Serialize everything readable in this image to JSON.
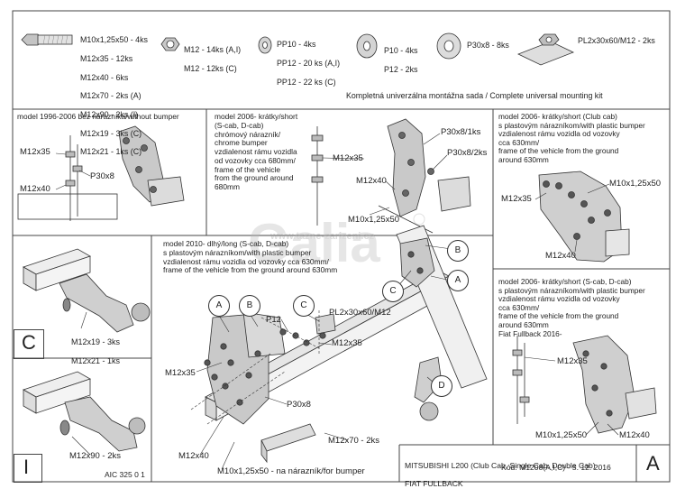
{
  "hardware": {
    "bolt_list": [
      "M10x1,25x50 - 4ks",
      "M12x35 - 12ks",
      "M12x40 - 6ks",
      "M12x70 - 2ks (A)",
      "M12x90 - 2ks (I)",
      "M12x19 - 3ks (C)",
      "M12x21 - 1ks (C)"
    ],
    "nut_list": [
      "M12 - 14ks (A,I)",
      "M12 - 12ks (C)"
    ],
    "washer_pp_list": [
      "PP10 - 4ks",
      "PP12 - 20 ks (A,I)",
      "PP12 - 22 ks (C)"
    ],
    "washer_p_list": [
      "P10 - 4ks",
      "P12 - 2ks"
    ],
    "spacer_label": "P30x8 - 8ks",
    "plate_label": "PL2x30x60/M12 - 2ks",
    "kit_caption": "Kompletná univerzálna montážna sada / Complete universal mounting kit"
  },
  "panels": {
    "p1996": {
      "title": "model 1996-2006  bez nárazníka/without bumper",
      "labels": [
        "M12x35",
        "M12x40",
        "P30x8"
      ]
    },
    "p2006short": {
      "title": "model 2006-  krátky/short\n(S-cab, D-cab)\nchrómový nárazník/\nchrome bumper\nvzdialenost rámu vozidla\nod vozovky cca 680mm/\nframe of the vehicle\nfrom the ground around\n680mm",
      "labels": [
        "P30x8/1ks",
        "M12x35",
        "P30x8/2ks",
        "M12x40",
        "M10x1,25x50"
      ]
    },
    "p2006club": {
      "title": "model 2006-  krátky/short (Club cab)\ns plastovým nárazníkom/with plastic bumper\nvzdialenost rámu vozidla od vozovky\ncca 630mm/\nframe of the vehicle from the ground\naround 630mm",
      "labels": [
        "M10x1,25x50",
        "M12x35",
        "M12x40"
      ]
    },
    "p2010": {
      "title": "model 2010-  dlhý/long (S-cab, D-cab)\ns plastovým nárazníkom/with plastic bumper\nvzdialenost rámu vozidla od vozovky cca 630mm/\nframe of the vehicle from the ground around 630mm",
      "labels": [
        "P12",
        "PL2x30x60/M12",
        "M12x35",
        "M12x35",
        "P30x8",
        "M12x40",
        "M12x70 - 2ks",
        "M10x1,25x50 - na nárazník/for bumper"
      ]
    },
    "p2006dcab": {
      "title": "model 2006-  krátky/short (S-cab, D-cab)\ns plastovým nárazníkom/with plastic bumper\nvzdialenost rámu vozidla od vozovky\ncca 630mm/\nframe of the vehicle from the ground\naround 630mm\nFiat Fullback 2016-",
      "labels": [
        "M12x35",
        "M10x1,25x50",
        "M12x40"
      ]
    },
    "pc": {
      "letter": "C",
      "labels": [
        "M12x19 - 3ks",
        "M12x21 - 1ks"
      ]
    },
    "pi": {
      "letter": "I",
      "labels": [
        "M12x90 - 2ks"
      ],
      "code": "AIC 325 0 1"
    }
  },
  "callouts": [
    "A",
    "B",
    "C",
    "D"
  ],
  "footer": {
    "vehicle": "MITSUBISHI L200  (Club Cab, Single Cab, Double Cab)",
    "vehicle2": "FIAT FULLBACK",
    "code": "Kód: M1208(A,I,C) - 5. 12. 2016",
    "letter": "A"
  },
  "watermark": "Galia",
  "watermark_url": "www.tazne-zarizeni.cz",
  "colors": {
    "line": "#333333",
    "part": "#9a9a9a",
    "part_light": "#d4d4d4",
    "frame": "#444444"
  }
}
